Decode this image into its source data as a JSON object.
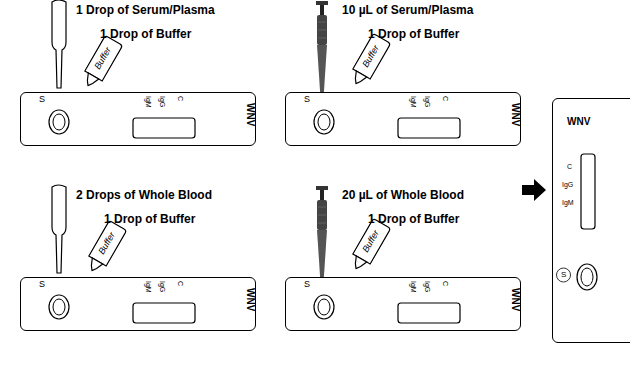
{
  "diagram": {
    "nodes": [
      {
        "text": [
          "Buffer"
        ]
      },
      {
        "text": [
          "S",
          "IgM",
          "IgG",
          "C",
          "WNV"
        ]
      },
      {
        "text": [
          "Buffer"
        ]
      },
      {
        "text": [
          "S",
          "IgM",
          "IgG",
          "C",
          "WNV"
        ]
      },
      {
        "text": [
          "Buffer"
        ]
      },
      {
        "text": [
          "S",
          "IgM",
          "IgG",
          "C",
          "WNV"
        ]
      },
      {
        "text": [
          "Buffer"
        ]
      },
      {
        "text": [
          "S",
          "IgM",
          "IgG",
          "C",
          "WNV"
        ]
      },
      {
        "text": [
          "WNV",
          "C",
          "IgG",
          "IgM",
          "S"
        ]
      }
    ],
    "labels": [
      "1 Drop of Serum/Plasma",
      "1 Drop of Buffer",
      "10 µL of Serum/Plasma",
      "1 Drop of Buffer",
      "2 Drops of Whole Blood",
      "1 Drop of Buffer",
      "20 µL of Whole Blood",
      "1 Drop of Buffer"
    ]
  }
}
